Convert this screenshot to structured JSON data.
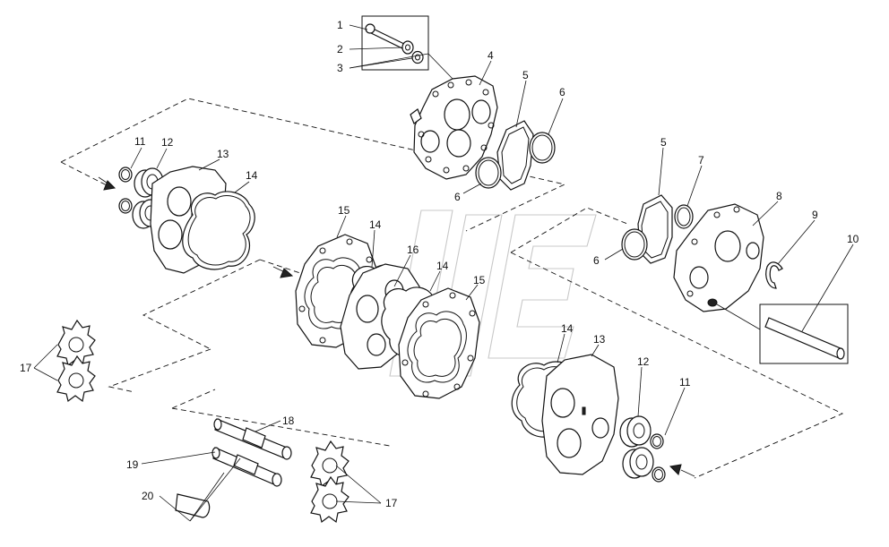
{
  "diagram": {
    "callouts": [
      {
        "id": "c1",
        "text": "1"
      },
      {
        "id": "c2",
        "text": "2"
      },
      {
        "id": "c3",
        "text": "3"
      },
      {
        "id": "c4",
        "text": "4"
      },
      {
        "id": "c5a",
        "text": "5"
      },
      {
        "id": "c6a",
        "text": "6"
      },
      {
        "id": "c6b",
        "text": "6"
      },
      {
        "id": "c5b",
        "text": "5"
      },
      {
        "id": "c7",
        "text": "7"
      },
      {
        "id": "c8",
        "text": "8"
      },
      {
        "id": "c9",
        "text": "9"
      },
      {
        "id": "c10",
        "text": "10"
      },
      {
        "id": "c6c",
        "text": "6"
      },
      {
        "id": "c11a",
        "text": "11"
      },
      {
        "id": "c12a",
        "text": "12"
      },
      {
        "id": "c13a",
        "text": "13"
      },
      {
        "id": "c14a",
        "text": "14"
      },
      {
        "id": "c15a",
        "text": "15"
      },
      {
        "id": "c14b",
        "text": "14"
      },
      {
        "id": "c16",
        "text": "16"
      },
      {
        "id": "c14c",
        "text": "14"
      },
      {
        "id": "c15b",
        "text": "15"
      },
      {
        "id": "c14d",
        "text": "14"
      },
      {
        "id": "c13b",
        "text": "13"
      },
      {
        "id": "c12b",
        "text": "12"
      },
      {
        "id": "c11b",
        "text": "11"
      },
      {
        "id": "c17a",
        "text": "17"
      },
      {
        "id": "c18",
        "text": "18"
      },
      {
        "id": "c19",
        "text": "19"
      },
      {
        "id": "c20",
        "text": "20"
      },
      {
        "id": "c17b",
        "text": "17"
      }
    ]
  }
}
